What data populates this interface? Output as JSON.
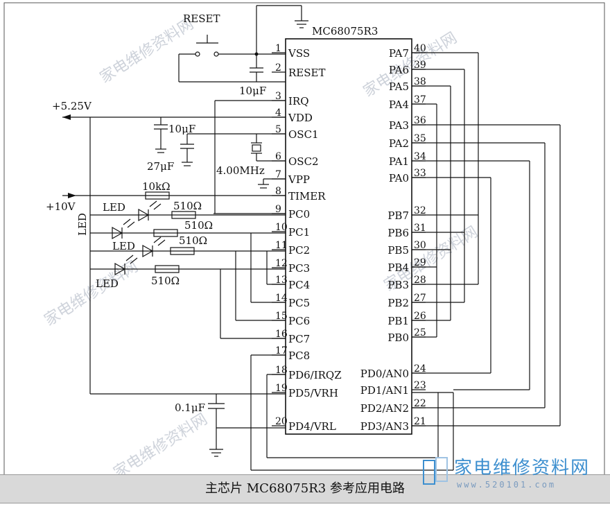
{
  "schematic": {
    "chip_label": "MC68075R3",
    "left_pins": [
      {
        "num": "1",
        "name": "VSS"
      },
      {
        "num": "2",
        "name": "RESET"
      },
      {
        "num": "3",
        "name": "IRQ"
      },
      {
        "num": "4",
        "name": "VDD"
      },
      {
        "num": "5",
        "name": "OSC1"
      },
      {
        "num": "6",
        "name": "OSC2"
      },
      {
        "num": "7",
        "name": "VPP"
      },
      {
        "num": "8",
        "name": "TIMER"
      },
      {
        "num": "9",
        "name": "PC0"
      },
      {
        "num": "10",
        "name": "PC1"
      },
      {
        "num": "11",
        "name": "PC2"
      },
      {
        "num": "12",
        "name": "PC3"
      },
      {
        "num": "13",
        "name": "PC4"
      },
      {
        "num": "14",
        "name": "PC5"
      },
      {
        "num": "15",
        "name": "PC6"
      },
      {
        "num": "16",
        "name": "PC7"
      },
      {
        "num": "17",
        "name": "PC8"
      },
      {
        "num": "18",
        "name": "PD6/IRQZ"
      },
      {
        "num": "19",
        "name": "PD5/VRH"
      },
      {
        "num": "20",
        "name": "PD4/VRL"
      }
    ],
    "right_pins": [
      {
        "num": "40",
        "name": "PA7"
      },
      {
        "num": "39",
        "name": "PA6"
      },
      {
        "num": "38",
        "name": "PA5"
      },
      {
        "num": "37",
        "name": "PA4"
      },
      {
        "num": "36",
        "name": "PA3"
      },
      {
        "num": "35",
        "name": "PA2"
      },
      {
        "num": "34",
        "name": "PA1"
      },
      {
        "num": "33",
        "name": "PA0"
      },
      {
        "num": "32",
        "name": "PB7"
      },
      {
        "num": "31",
        "name": "PB6"
      },
      {
        "num": "30",
        "name": "PB5"
      },
      {
        "num": "29",
        "name": "PB4"
      },
      {
        "num": "28",
        "name": "PB3"
      },
      {
        "num": "27",
        "name": "PB2"
      },
      {
        "num": "26",
        "name": "PB1"
      },
      {
        "num": "25",
        "name": "PB0"
      },
      {
        "num": "24",
        "name": "PD0/AN0"
      },
      {
        "num": "23",
        "name": "PD1/AN1"
      },
      {
        "num": "22",
        "name": "PD2/AN2"
      },
      {
        "num": "21",
        "name": "PD3/AN3"
      }
    ],
    "labels": {
      "reset": "RESET",
      "cap_reset": "10μF",
      "supply_525": "+5.25V",
      "cap_osc": "10μF",
      "cap_27": "27μF",
      "crystal": "4.00MHz",
      "res_10k": "10kΩ",
      "supply_10": "+10V",
      "led_1": "LED",
      "led_2": "LED",
      "led_3": "LED",
      "led_4": "LED",
      "res_510_1": "510Ω",
      "res_510_2": "510Ω",
      "res_510_3": "510Ω",
      "res_510_4": "510Ω",
      "cap_01": "0.1μF"
    },
    "watermark": "家电维修资料网"
  },
  "caption": "主芯片 MC68075R3 参考应用电路",
  "logo": {
    "text": "家电维修资料网",
    "url": "www.520101.com",
    "accent": "#3d8fcf"
  }
}
